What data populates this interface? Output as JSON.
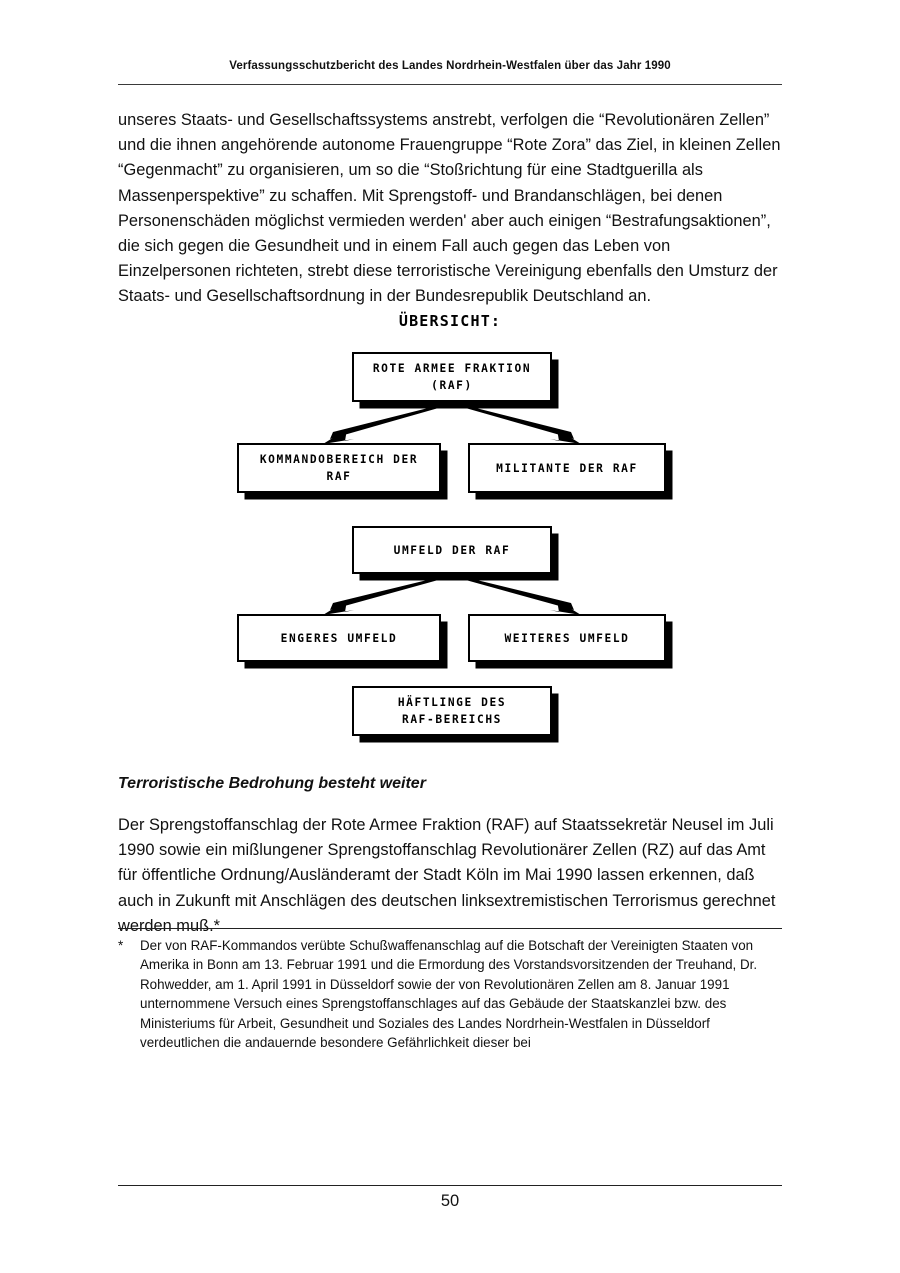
{
  "page": {
    "running_header": "Verfassungsschutzbericht des Landes Nordrhein-Westfalen über das Jahr 1990",
    "page_number": "50"
  },
  "content": {
    "paragraph_intro": "unseres Staats- und Gesellschaftssystems anstrebt, verfolgen die “Revolutionären Zellen” und die ihnen angehörende autonome Frauengruppe “Rote Zora” das Ziel, in kleinen Zellen “Gegenmacht” zu organisieren, um so die “Stoßrichtung für eine Stadtguerilla als Massenperspektive” zu schaffen. Mit Sprengstoff- und Brandanschlägen, bei denen Personenschäden möglichst vermieden werden' aber auch einigen “Bestrafungsaktionen”, die sich gegen die Gesundheit und in einem Fall auch gegen das Leben von Einzelpersonen richteten, strebt diese terroristische Vereinigung ebenfalls den Umsturz der Staats- und Gesellschaftsordnung in der Bundesrepublik Deutschland an.",
    "section_heading": "Terroristische Bedrohung besteht weiter",
    "paragraph_threat": "Der Sprengstoffanschlag der Rote Armee Fraktion (RAF) auf Staatssekretär Neusel im Juli 1990 sowie ein mißlungener Sprengstoffanschlag Revolutionärer Zellen (RZ) auf das Amt für öffentliche Ordnung/Ausländeramt der Stadt Köln im Mai 1990 lassen erkennen, daß auch in Zukunft mit Anschlägen des deutschen linksextremistischen Terrorismus gerechnet werden muß.*"
  },
  "footnote": {
    "marker": "*",
    "text": "Der von RAF-Kommandos verübte Schußwaffenanschlag auf die Botschaft der Vereinigten Staaten von Amerika in Bonn am 13. Februar 1991 und die Ermordung des Vorstandsvorsitzenden der Treuhand, Dr. Rohwedder, am 1. April 1991 in Düsseldorf sowie der von Revolutionären Zellen am 8. Januar 1991 unternommene Versuch eines Sprengstoffanschlages auf das Gebäude der Staatskanzlei bzw. des Ministeriums für Arbeit, Gesundheit und Soziales des Landes Nordrhein-Westfalen in Düsseldorf verdeutlichen die andauernde besondere Gefährlichkeit dieser bei"
  },
  "diagram": {
    "title": "ÜBERSICHT:",
    "nodes": {
      "raf": "ROTE ARMEE FRAKTION\n(RAF)",
      "kommandobereich": "KOMMANDOBEREICH DER\nRAF",
      "militante": "MILITANTE DER RAF",
      "umfeld": "UMFELD DER RAF",
      "engeres": "ENGERES UMFELD",
      "weiteres": "WEITERES UMFELD",
      "haeftlinge": "HÄFTLINGE DES\nRAF-BEREICHS"
    }
  }
}
